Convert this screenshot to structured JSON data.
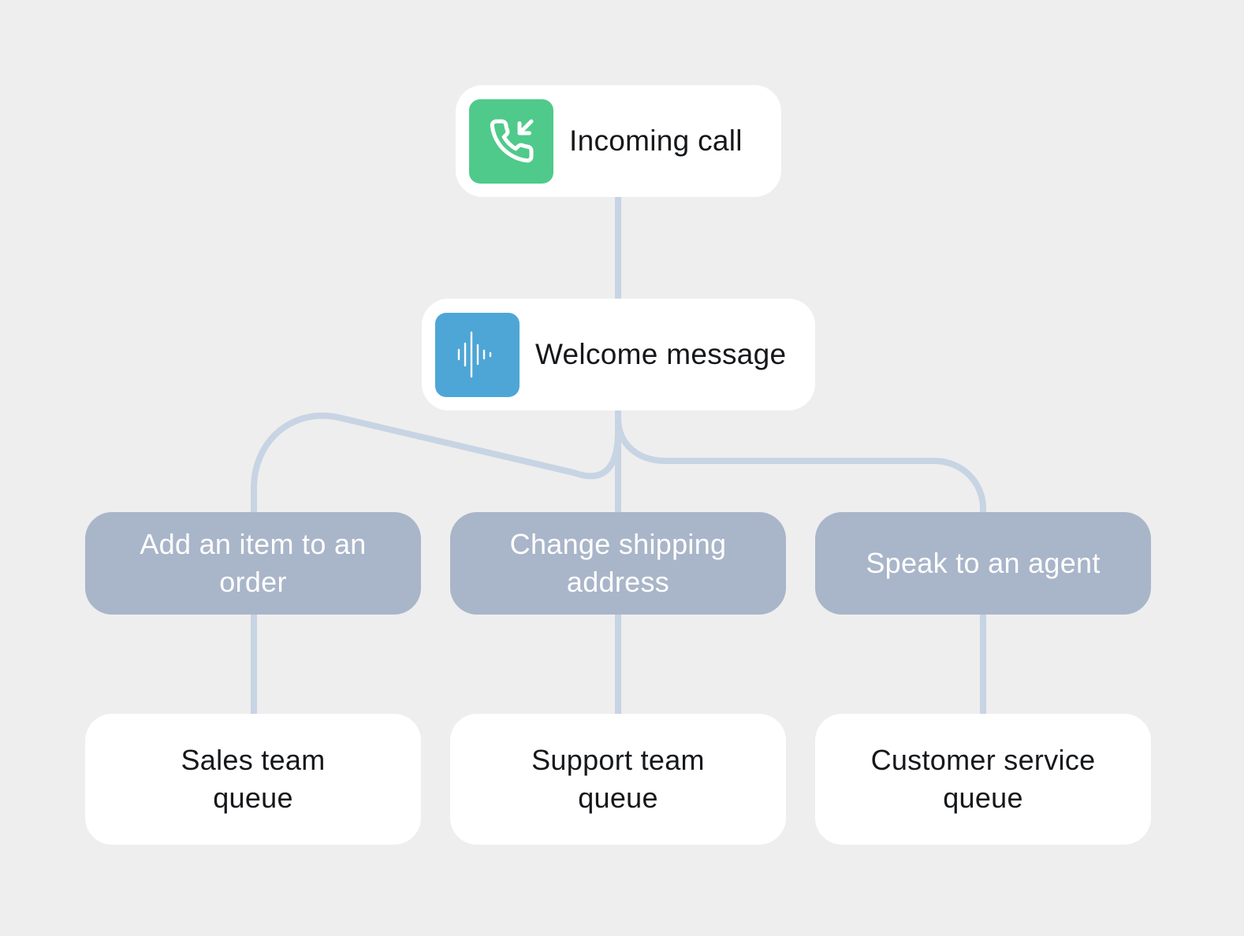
{
  "colors": {
    "background": "#eeeeee",
    "connector": "#c7d4e4",
    "incoming_icon": "#4fca8b",
    "welcome_icon": "#4ea6d6",
    "option_fill": "#a9b5c9",
    "node_fill": "#ffffff"
  },
  "nodes": {
    "incoming": {
      "label": "Incoming call",
      "icon": "incoming-call-icon"
    },
    "welcome": {
      "label": "Welcome message",
      "icon": "audio-waveform-icon"
    }
  },
  "options": [
    {
      "label": "Add an item to an order"
    },
    {
      "label": "Change shipping address"
    },
    {
      "label": "Speak to an agent"
    }
  ],
  "queues": [
    {
      "label": "Sales team queue"
    },
    {
      "label": "Support team queue"
    },
    {
      "label": "Customer service queue"
    }
  ],
  "edges": [
    {
      "from": "Incoming call",
      "to": "Welcome message"
    },
    {
      "from": "Welcome message",
      "to": "Add an item to an order"
    },
    {
      "from": "Welcome message",
      "to": "Change shipping address"
    },
    {
      "from": "Welcome message",
      "to": "Speak to an agent"
    },
    {
      "from": "Add an item to an order",
      "to": "Sales team queue"
    },
    {
      "from": "Change shipping address",
      "to": "Support team queue"
    },
    {
      "from": "Speak to an agent",
      "to": "Customer service queue"
    }
  ]
}
